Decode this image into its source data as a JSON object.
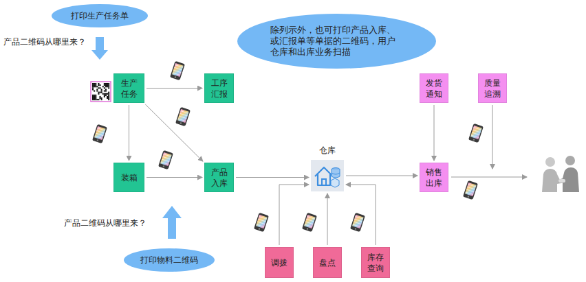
{
  "diagram": {
    "nodes": [
      {
        "text": [
          "打印生产任务单"
        ]
      },
      {
        "text": [
          "除列示外，也可打印产品入库、或汇报单等单据的二维码，用户仓库和出库业务扫描"
        ]
      },
      {
        "text": [
          "生产任务"
        ]
      },
      {
        "text": [
          "工序汇报"
        ]
      },
      {
        "text": [
          "发货通知"
        ]
      },
      {
        "text": [
          "质量追溯"
        ]
      },
      {
        "text": [
          "仓库"
        ]
      },
      {
        "text": [
          "装箱"
        ]
      },
      {
        "text": [
          "产品入库"
        ]
      },
      {
        "text": [
          "销售出库"
        ]
      },
      {
        "text": [
          "打印物料二维码"
        ]
      },
      {
        "text": [
          "调拨"
        ]
      },
      {
        "text": [
          "盘点"
        ]
      },
      {
        "text": [
          "库存查询"
        ]
      }
    ],
    "edges": [
      {
        "from": 0,
        "to": 2,
        "arrow": "to"
      },
      {
        "from": 2,
        "to": 3,
        "arrow": "to"
      },
      {
        "from": 2,
        "to": 7,
        "arrow": "to"
      },
      {
        "from": 2,
        "to": 8,
        "arrow": "to"
      },
      {
        "from": 7,
        "to": 8,
        "arrow": "to"
      },
      {
        "from": 8,
        "to": 6,
        "arrow": "to"
      },
      {
        "from": 6,
        "to": 9,
        "arrow": "to"
      },
      {
        "from": 4,
        "to": 9,
        "arrow": "to"
      },
      {
        "from": 11,
        "to": 6,
        "arrow": "to"
      },
      {
        "from": 12,
        "to": 6,
        "arrow": "to"
      },
      {
        "from": 13,
        "to": 6,
        "arrow": "to"
      }
    ],
    "labels": [
      "产品二维码从哪里来？",
      "产品二维码从哪里来？"
    ]
  }
}
